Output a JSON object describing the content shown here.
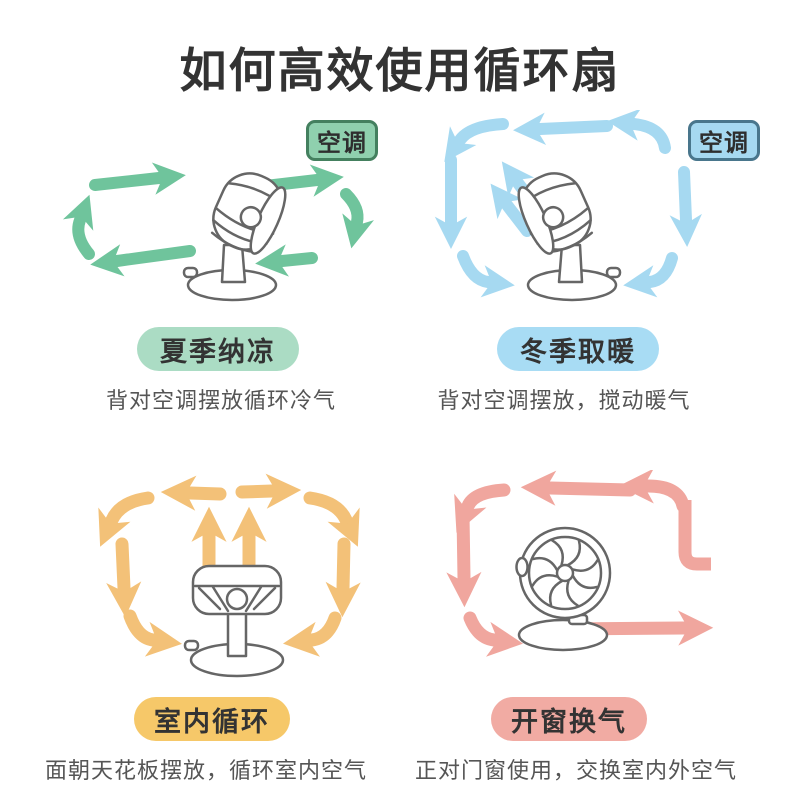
{
  "title": "如何高效使用循环扇",
  "sections": [
    {
      "id": "summer-cooling",
      "badge": "空调",
      "pill": "夏季纳凉",
      "description": "背对空调摆放循环冷气"
    },
    {
      "id": "winter-heating",
      "badge": "空调",
      "pill": "冬季取暖",
      "description": "背对空调摆放，搅动暖气"
    },
    {
      "id": "indoor-circulation",
      "pill": "室内循环",
      "description": "面朝天花板摆放，循环室内空气"
    },
    {
      "id": "window-ventilation",
      "pill": "开窗换气",
      "description": "正对门窗使用，交换室内外空气"
    }
  ],
  "colors": {
    "green-arrow": "#6fc49c",
    "green-badge-bg": "#8fd0ae",
    "green-badge-border": "#44805f",
    "green-pill-bg": "#abdcc4",
    "blue-arrow": "#a6d9f1",
    "blue-badge-bg": "#a6d9f1",
    "blue-badge-border": "#49768c",
    "blue-pill-bg": "#a8dcf4",
    "yellow-arrow": "#f3c178",
    "yellow-pill-bg": "#f6c869",
    "pink-arrow": "#f0a69e",
    "pink-pill-bg": "#f1aba3",
    "fan-line": "#666666",
    "title-text": "#333333",
    "desc-text": "#555555"
  }
}
